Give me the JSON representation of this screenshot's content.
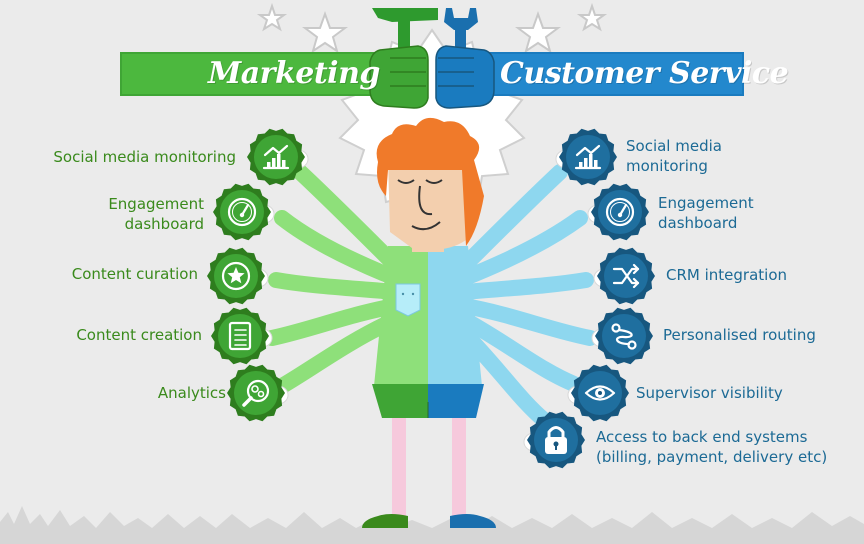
{
  "banners": {
    "marketing": "Marketing",
    "customer_service": "Customer Service"
  },
  "marketing_items": [
    {
      "label": "Social media monitoring",
      "icon": "bar-chart-icon"
    },
    {
      "label": "Engagement\ndashboard",
      "icon": "gauge-icon"
    },
    {
      "label": "Content curation",
      "icon": "star-icon"
    },
    {
      "label": "Content creation",
      "icon": "document-icon"
    },
    {
      "label": "Analytics",
      "icon": "magnifier-gears-icon"
    }
  ],
  "customer_service_items": [
    {
      "label": "Social media\nmonitoring",
      "icon": "bar-chart-icon"
    },
    {
      "label": "Engagement\ndashboard",
      "icon": "gauge-icon"
    },
    {
      "label": "CRM integration",
      "icon": "shuffle-arrows-icon"
    },
    {
      "label": "Personalised routing",
      "icon": "route-icon"
    },
    {
      "label": "Supervisor visibility",
      "icon": "eye-icon"
    },
    {
      "label": "Access to back end systems\n(billing, payment, delivery etc)",
      "icon": "padlock-icon"
    }
  ],
  "colors": {
    "background": "#ebebeb",
    "marketing_green": "#3fa535",
    "marketing_dark_green": "#2e7d1e",
    "service_blue": "#1a7bbf",
    "service_dark_blue": "#17577f",
    "arm_green": "#8ee07a",
    "arm_blue": "#8ed7ef",
    "hair": "#f07a2a",
    "skin": "#f3cfae"
  }
}
